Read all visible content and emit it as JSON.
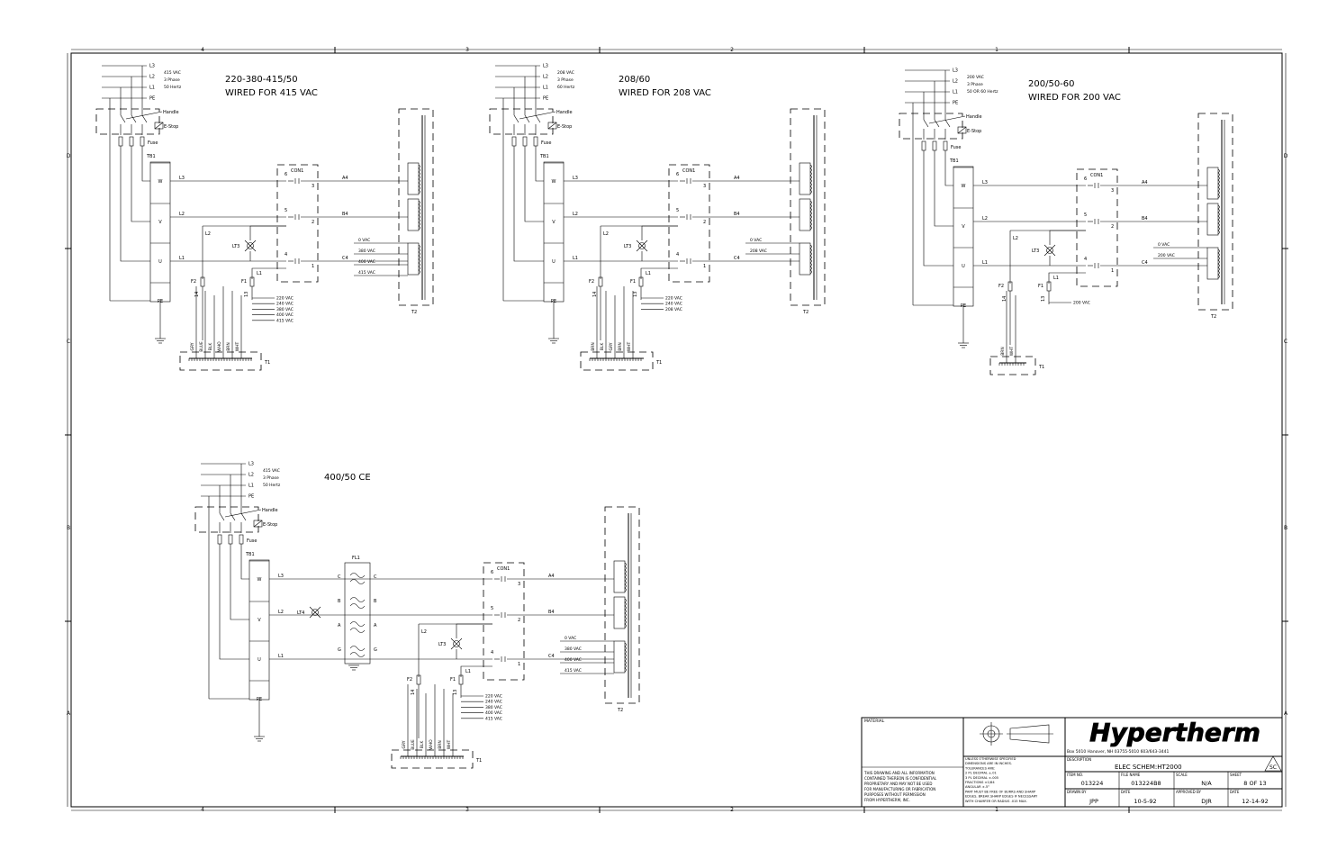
{
  "zones": {
    "top": [
      "4",
      "3",
      "2",
      "1"
    ],
    "bottom": [
      "4",
      "3",
      "2",
      "1"
    ],
    "side": [
      "D",
      "C",
      "B",
      "A"
    ]
  },
  "sections": [
    {
      "title": "220-380-415/50",
      "subtitle": "WIRED FOR 415 VAC",
      "supply": [
        "415 VAC",
        "3 Phase",
        "50 Hertz"
      ],
      "taps": [
        "0 VAC",
        "380 VAC",
        "400 VAC",
        "415 VAC"
      ],
      "t1_taps": [
        "220 VAC",
        "240 VAC",
        "380 VAC",
        "400 VAC",
        "415 VAC"
      ],
      "t1_wires": [
        "GRY",
        "BLUE",
        "BLK",
        "WHO",
        "BRN",
        "WHT"
      ]
    },
    {
      "title": "208/60",
      "subtitle": "WIRED FOR 208 VAC",
      "supply": [
        "208 VAC",
        "3 Phase",
        "60 Hertz"
      ],
      "taps": [
        "0 VAC",
        "208 VAC"
      ],
      "t1_taps": [
        "220 VAC",
        "240 VAC",
        "208 VAC"
      ],
      "t1_wires": [
        "BRN",
        "BLK",
        "GRY",
        "BRN",
        "WHT"
      ]
    },
    {
      "title": "200/50-60",
      "subtitle": "WIRED FOR 200 VAC",
      "supply": [
        "200 VAC",
        "3 Phase",
        "50 OR 60 Hertz"
      ],
      "taps": [
        "0 VAC",
        "200 VAC"
      ],
      "t1_taps": [
        "200 VAC"
      ],
      "t1_wires": [
        "BRN",
        "WHT"
      ]
    },
    {
      "title": "400/50 CE",
      "subtitle": "",
      "supply": [
        "415 VAC",
        "3 Phase",
        "50 Hertz"
      ],
      "taps": [
        "0 VAC",
        "380 VAC",
        "400 VAC",
        "415 VAC"
      ],
      "t1_taps": [
        "220 VAC",
        "240 VAC",
        "380 VAC",
        "400 VAC",
        "415 VAC"
      ],
      "t1_wires": [
        "GRY",
        "BLUE",
        "BLK",
        "WHO",
        "BRN",
        "WHT"
      ]
    }
  ],
  "labels": {
    "lines": [
      "L3",
      "L2",
      "L1",
      "PE"
    ],
    "handle": "Handle",
    "estop": "E-Stop",
    "fuse": "Fuse",
    "tb1": "TB1",
    "terminals": [
      "W",
      "V",
      "U",
      "PE"
    ],
    "con1": "CON1",
    "outputs": [
      "A4",
      "B4",
      "C4"
    ],
    "lt3": "LT3",
    "lt4": "LT4",
    "fl1": "FL1",
    "f1": "F1",
    "f2": "F2",
    "w13": "13",
    "w14": "14",
    "t1": "T1",
    "t2": "T2",
    "con_pins": [
      "6",
      "5",
      "4",
      "3",
      "2",
      "1"
    ],
    "fl_pins": [
      "C",
      "B",
      "A",
      "G"
    ],
    "l_names": [
      "L3",
      "L2",
      "L1"
    ]
  },
  "title_block": {
    "material": "MATERIAL",
    "brand": "Hypertherm",
    "address": "Box 5010 Hanover, NH 03755-5010 603/643-3441",
    "tolerances": [
      "UNLESS OTHERWISE SPECIFIED",
      "DIMENSIONS ARE IN INCHES.",
      "TOLERANCES ARE:",
      "2 PL DECIMAL ±.01",
      "3 PL DECIMAL ±.005",
      "FRACTIONS ±1/64",
      "ANGULAR ±.5°",
      "PART MUST BE FREE OF BURRS AND SHARP",
      "EDGES. BREAK SHARP EDGES IF NECESSARY",
      "WITH CHAMFER OR RADIUS .015 MAX."
    ],
    "confidential": [
      "THIS DRAWING AND ALL INFORMATION",
      "CONTAINED THEREON IS CONFIDENTIAL",
      "PROPRIETARY AND MAY NOT BE USED",
      "FOR MANUFACTURING OR FABRICATION",
      "PURPOSES WITHOUT PERMISSION",
      "FROM HYPERTHERM, INC."
    ],
    "description_label": "DESCRIPTION",
    "description": "ELEC SCHEM:HT2000",
    "item_no_label": "ITEM NO.",
    "item_no": "013224",
    "file_name_label": "FILE NAME",
    "file_name": "013224B8",
    "scale_label": "SCALE",
    "scale": "N/A",
    "sheet_label": "SHEET",
    "sheet": "8 OF 13",
    "drawn_by_label": "DRAWN BY",
    "drawn_by": "JPP",
    "date_label": "DATE",
    "date": "10-5-92",
    "approved_by_label": "APPROVED BY",
    "approved_by": "DJR",
    "date2_label": "DATE",
    "date2": "12-14-92",
    "rev": "SC"
  }
}
